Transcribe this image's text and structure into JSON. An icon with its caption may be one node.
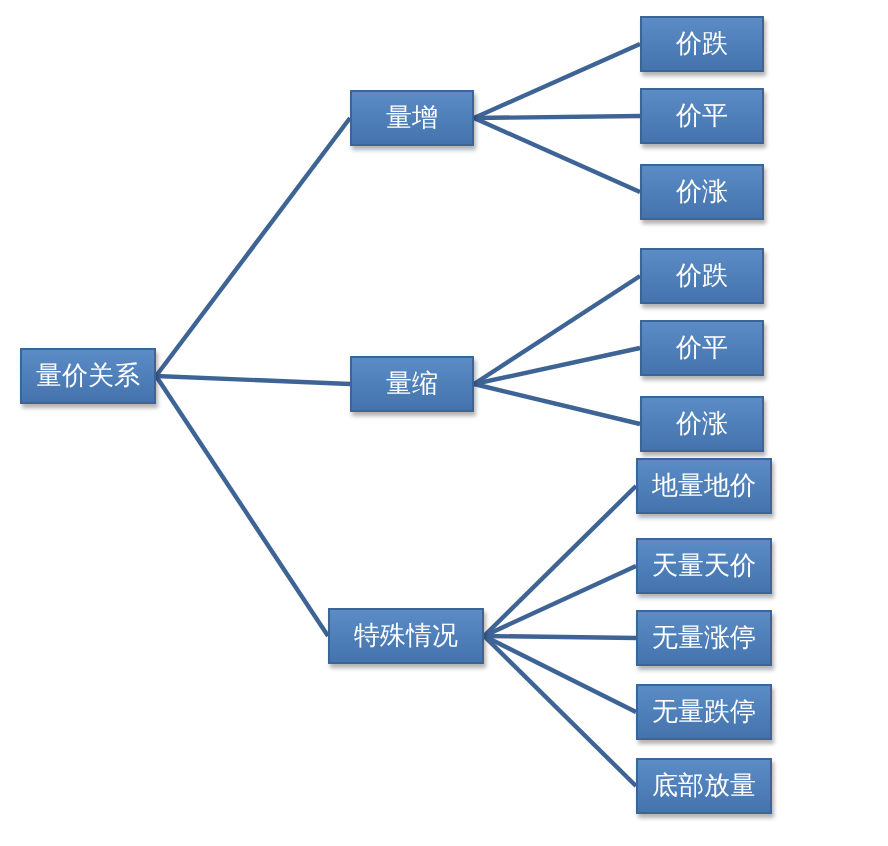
{
  "diagram": {
    "nodes": [
      {
        "text": [
          "量价关系"
        ]
      },
      {
        "text": [
          "量增"
        ]
      },
      {
        "text": [
          "价跌"
        ]
      },
      {
        "text": [
          "价平"
        ]
      },
      {
        "text": [
          "价涨"
        ]
      },
      {
        "text": [
          "量缩"
        ]
      },
      {
        "text": [
          "价跌"
        ]
      },
      {
        "text": [
          "价平"
        ]
      },
      {
        "text": [
          "价涨"
        ]
      },
      {
        "text": [
          "特殊情况"
        ]
      },
      {
        "text": [
          "地量地价"
        ]
      },
      {
        "text": [
          "天量天价"
        ]
      },
      {
        "text": [
          "无量涨停"
        ]
      },
      {
        "text": [
          "无量跌停"
        ]
      },
      {
        "text": [
          "底部放量"
        ]
      }
    ],
    "edges": [
      {
        "from": 0,
        "to": 1,
        "arrow": "none"
      },
      {
        "from": 0,
        "to": 5,
        "arrow": "none"
      },
      {
        "from": 0,
        "to": 9,
        "arrow": "none"
      },
      {
        "from": 1,
        "to": 2,
        "arrow": "none"
      },
      {
        "from": 1,
        "to": 3,
        "arrow": "none"
      },
      {
        "from": 1,
        "to": 4,
        "arrow": "none"
      },
      {
        "from": 5,
        "to": 6,
        "arrow": "none"
      },
      {
        "from": 5,
        "to": 7,
        "arrow": "none"
      },
      {
        "from": 5,
        "to": 8,
        "arrow": "none"
      },
      {
        "from": 9,
        "to": 10,
        "arrow": "none"
      },
      {
        "from": 9,
        "to": 11,
        "arrow": "none"
      },
      {
        "from": 9,
        "to": 12,
        "arrow": "none"
      },
      {
        "from": 9,
        "to": 13,
        "arrow": "none"
      },
      {
        "from": 9,
        "to": 14,
        "arrow": "none"
      }
    ]
  }
}
